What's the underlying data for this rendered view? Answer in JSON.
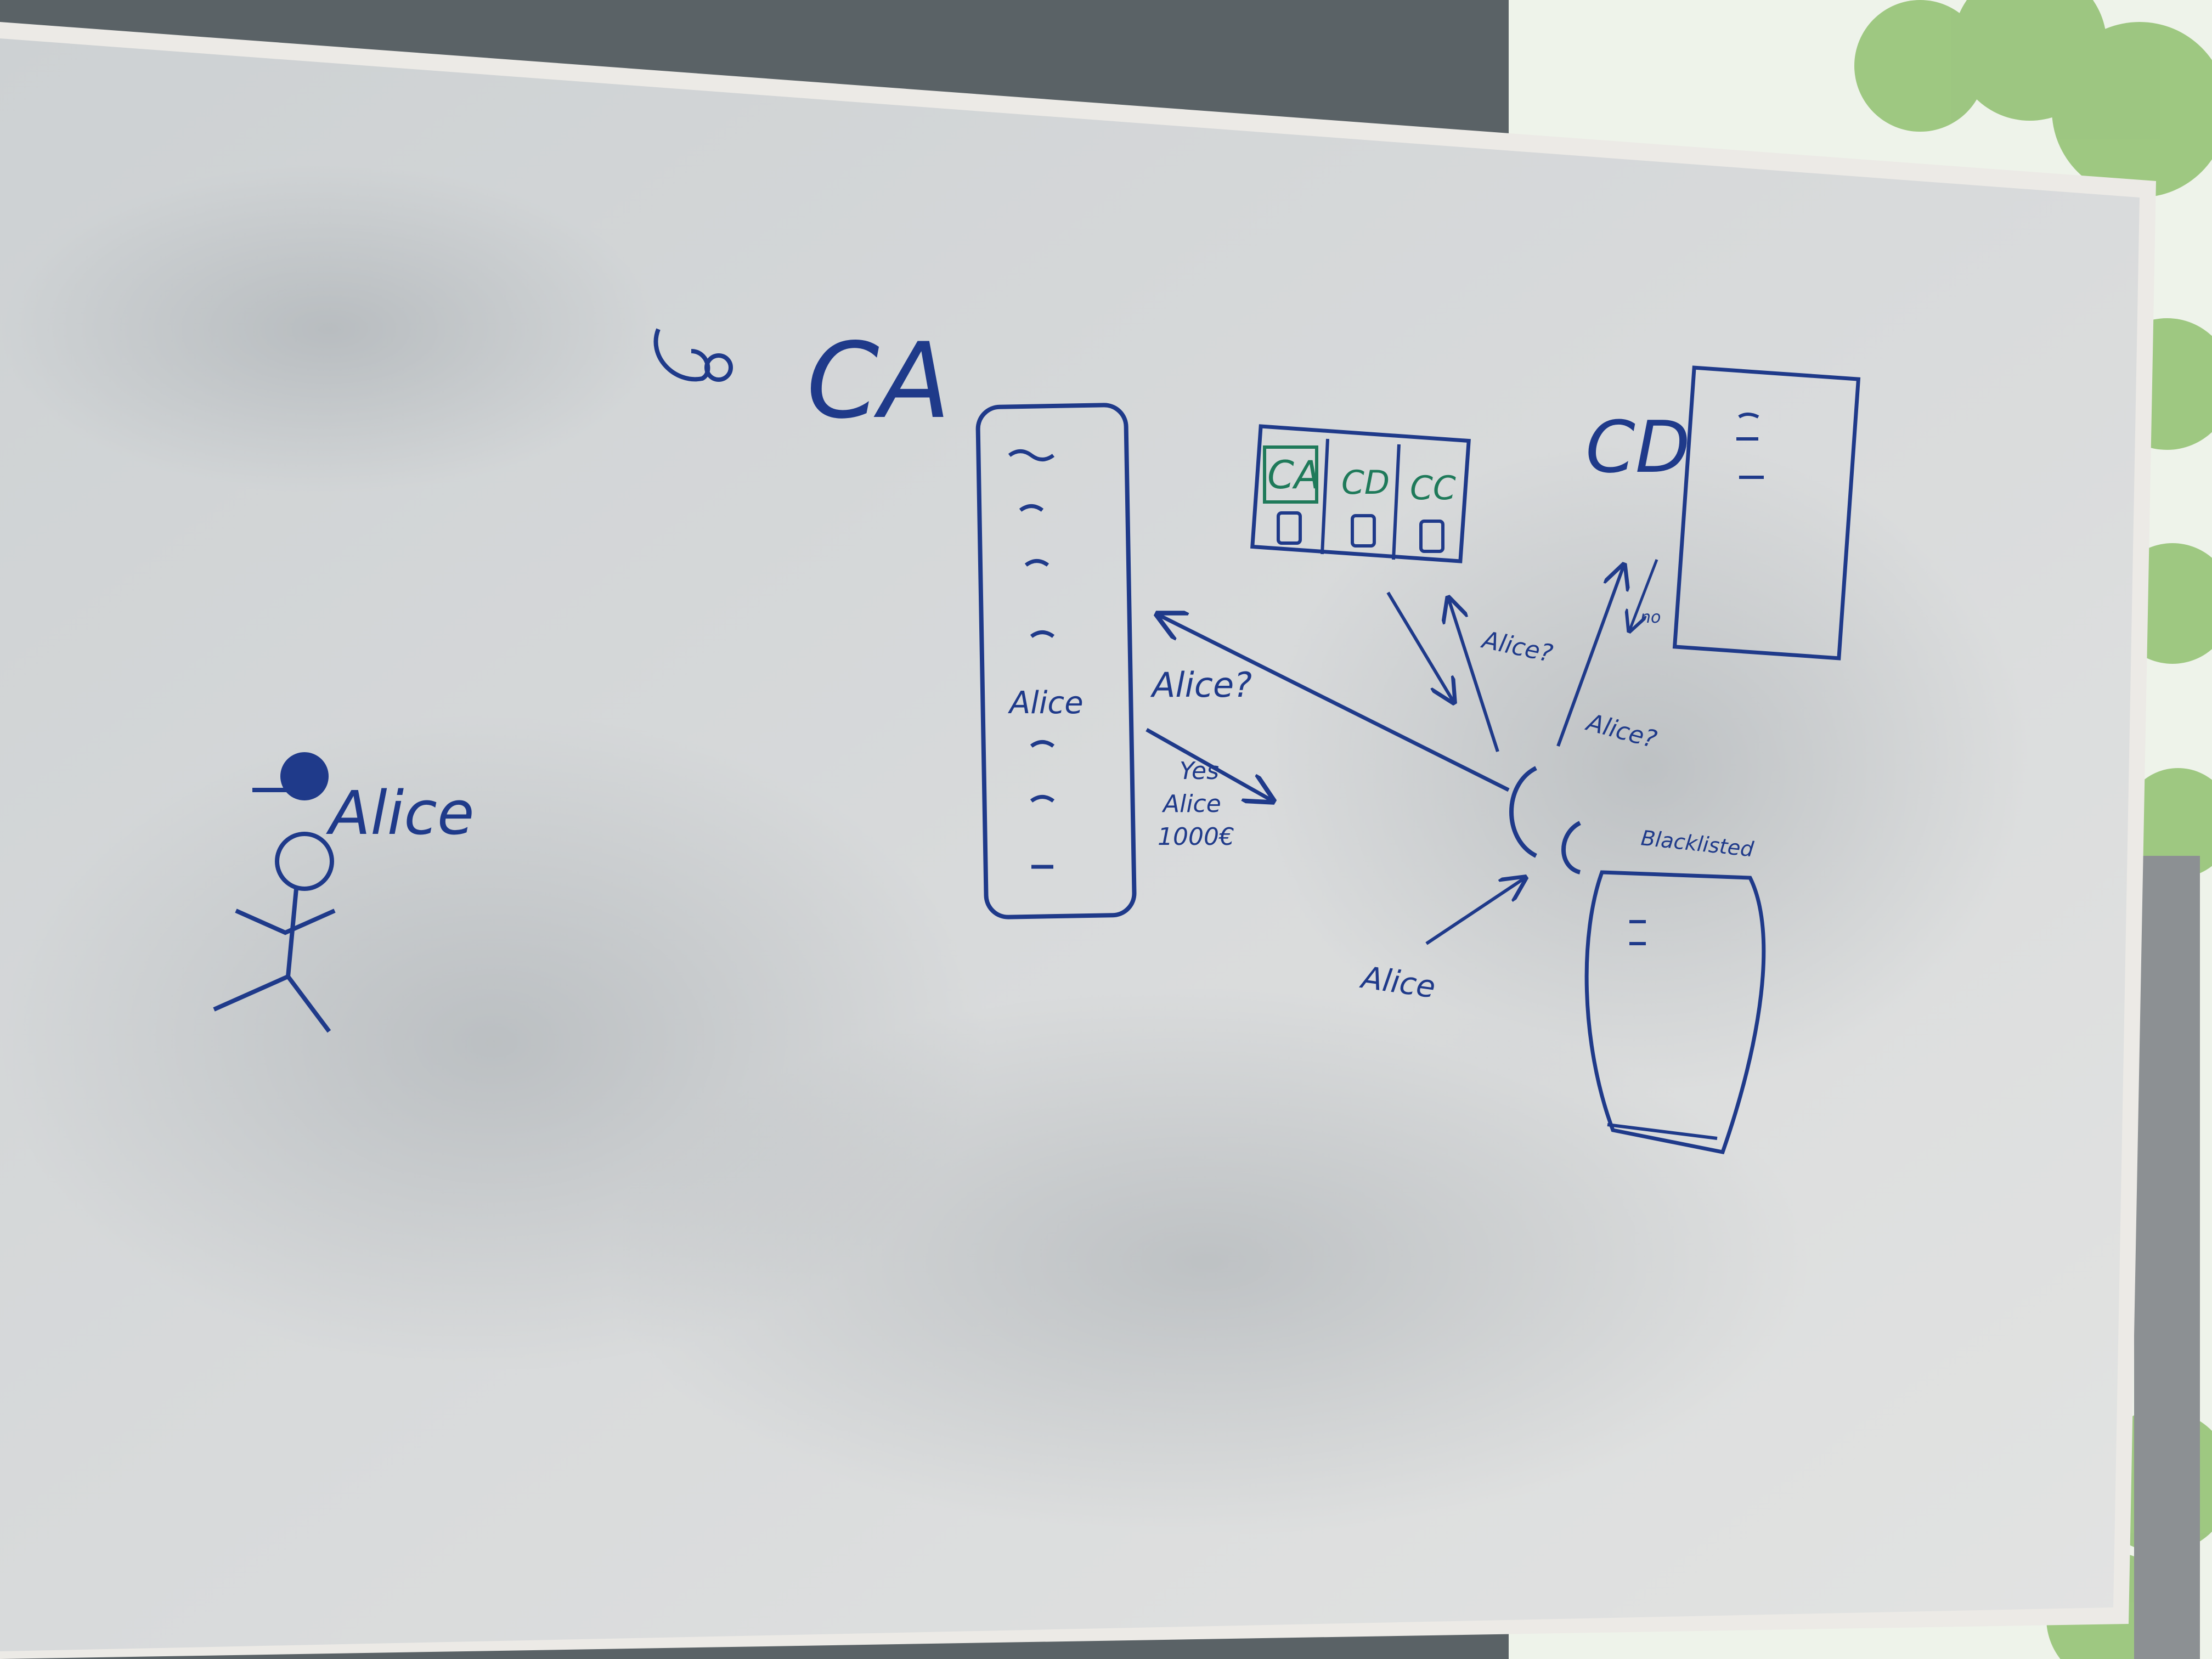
{
  "board": {
    "title": "CA",
    "cert_ca_list": {
      "highlighted": "Alice"
    },
    "labels": {
      "query_ca": "Alice?",
      "answer": [
        "Yes",
        "Alice",
        "1000€"
      ],
      "query_store": "Alice?",
      "query_cd": "Alice?",
      "reply_cd": "no",
      "client_in": "Alice",
      "blacklist": "Blacklisted",
      "cd": "CD"
    },
    "store_slots": [
      "CA",
      "CD",
      "CC"
    ],
    "person": {
      "name": "Alice"
    }
  },
  "colors": {
    "ink_blue": "#1f3a8a",
    "ink_green": "#1f7a5a",
    "board": "#d9dcdd",
    "frame": "#e8e8e6",
    "window_dark": "#4a5358",
    "foliage": "#8fbf6f"
  }
}
